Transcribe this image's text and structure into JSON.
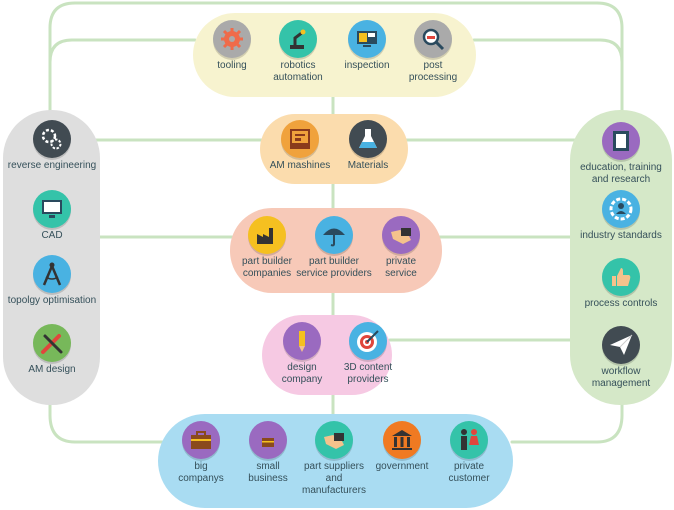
{
  "colors": {
    "line": "#c9e3c0",
    "yellow_group": "#f7f3cf",
    "orange_group": "#fbdcad",
    "salmon_group": "#f7c9b8",
    "pink_group": "#f6c9e3",
    "blue_group": "#a9dcf2",
    "gray_group": "#dedede",
    "green_group": "#d5e8c8"
  },
  "nodes": {
    "tooling": {
      "label": "tooling",
      "icon": "gear-icon",
      "color": "#aaaaaa"
    },
    "robotics": {
      "label": "robotics\nautomation",
      "icon": "robot-arm-icon",
      "color": "#34c3a9"
    },
    "inspection": {
      "label": "inspection",
      "icon": "monitor-icon",
      "color": "#49b2e2"
    },
    "post_processing": {
      "label": "post\nprocessing",
      "icon": "magnifier-icon",
      "color": "#aaaaaa"
    },
    "am_machines": {
      "label": "AM mashines",
      "icon": "printer-icon",
      "color": "#f0a23c"
    },
    "materials": {
      "label": "Materials",
      "icon": "flask-icon",
      "color": "#414b52"
    },
    "part_builder_companies": {
      "label": "part builder\ncompanies",
      "icon": "factory-icon",
      "color": "#f5c020"
    },
    "part_builder_service": {
      "label": "part builder\nservice providers",
      "icon": "umbrella-icon",
      "color": "#49b2e2"
    },
    "private_service": {
      "label": "private\nservice",
      "icon": "handshake-icon",
      "color": "#9a6ac0"
    },
    "design_company": {
      "label": "design\ncompany",
      "icon": "pencil-icon",
      "color": "#9a6ac0"
    },
    "content_providers": {
      "label": "3D content\nproviders",
      "icon": "target-icon",
      "color": "#49b2e2"
    },
    "big_companys": {
      "label": "big\ncompanys",
      "icon": "briefcase-icon",
      "color": "#9a6ac0"
    },
    "small_business": {
      "label": "small\nbusiness",
      "icon": "briefcase-small-icon",
      "color": "#9a6ac0"
    },
    "part_suppliers": {
      "label": "part suppliers\nand\nmanufacturers",
      "icon": "handshake-icon",
      "color": "#34c3a9"
    },
    "government": {
      "label": "government",
      "icon": "government-building-icon",
      "color": "#f07a22"
    },
    "private_customer": {
      "label": "private\ncustomer",
      "icon": "people-icon",
      "color": "#34c3a9"
    },
    "reverse_engineering": {
      "label": "reverse engineering",
      "icon": "gears-icon",
      "color": "#414b52"
    },
    "cad": {
      "label": "CAD",
      "icon": "computer-monitor-icon",
      "color": "#34c3a9"
    },
    "topology": {
      "label": "topolgy optimisation",
      "icon": "compass-icon",
      "color": "#49b2e2"
    },
    "am_design": {
      "label": "AM design",
      "icon": "tools-icon",
      "color": "#77b85a"
    },
    "education": {
      "label": "education, training\nand research",
      "icon": "book-icon",
      "color": "#9a6ac0"
    },
    "industry_standards": {
      "label": "industry standards",
      "icon": "gear-person-icon",
      "color": "#49b2e2"
    },
    "process_controls": {
      "label": "process controls",
      "icon": "thumbs-up-icon",
      "color": "#34c3a9"
    },
    "workflow": {
      "label": "workflow\nmanagement",
      "icon": "paper-plane-icon",
      "color": "#414b52"
    }
  }
}
